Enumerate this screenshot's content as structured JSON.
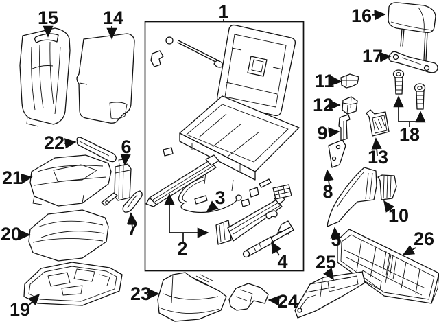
{
  "diagram": {
    "type": "exploded-parts-diagram",
    "background_color": "#ffffff",
    "line_color": "#111111",
    "callouts": {
      "c1": "1",
      "c2": "2",
      "c3": "3",
      "c4": "4",
      "c5": "5",
      "c6": "6",
      "c7": "7",
      "c8": "8",
      "c9": "9",
      "c10": "10",
      "c11": "11",
      "c12": "12",
      "c13": "13",
      "c14": "14",
      "c15": "15",
      "c16": "16",
      "c17": "17",
      "c18": "18",
      "c19": "19",
      "c20": "20",
      "c21": "21",
      "c22": "22",
      "c23": "23",
      "c24": "24",
      "c25": "25",
      "c26": "26"
    }
  }
}
